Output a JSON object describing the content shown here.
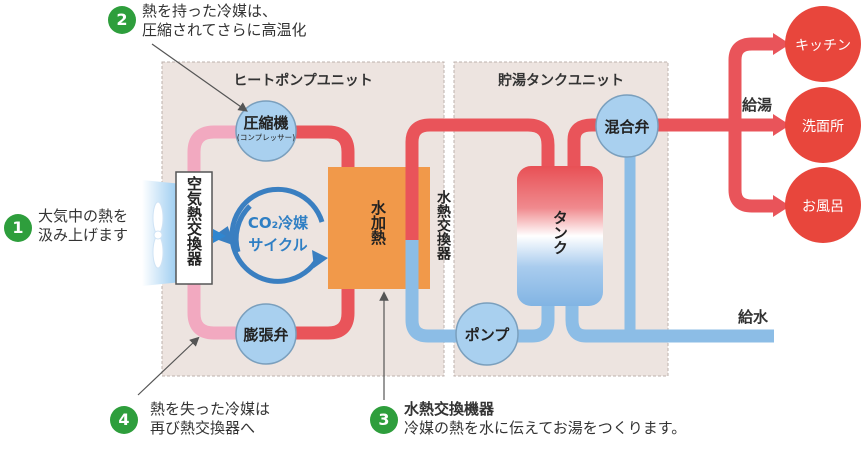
{
  "steps": [
    {
      "number": "1",
      "lines": [
        "大気中の熱を",
        "汲み上げます"
      ]
    },
    {
      "number": "2",
      "lines": [
        "熱を持った冷媒は、",
        "圧縮されてさらに高温化"
      ]
    },
    {
      "number": "3",
      "title": "水熱交換機器",
      "lines": [
        "冷媒の熱を水に伝えてお湯をつくります。"
      ]
    },
    {
      "number": "4",
      "lines": [
        "熱を失った冷媒は",
        "再び熱交換器へ"
      ]
    }
  ],
  "heat_pump_unit": {
    "title": "ヒートポンプユニット",
    "compressor": "圧縮機",
    "compressor_sub": "(コンプレッサー)",
    "expansion_valve": "膨張弁",
    "air_heat_exchanger": "空気熱交換器",
    "cycle_line1": "CO₂冷媒",
    "cycle_line2": "サイクル",
    "water_heating": "水加熱"
  },
  "tank_unit": {
    "title": "貯湯タンクユニット",
    "water_heat_exchanger": "水熱交換器",
    "tank": "タンク",
    "mixing_valve": "混合弁",
    "pump": "ポンプ"
  },
  "hot_water_supply": "給湯",
  "water_supply": "給水",
  "outlets": [
    "キッチン",
    "洗面所",
    "お風呂"
  ],
  "colors": {
    "hot": "#e9545a",
    "cold": "#8cbde6",
    "green": "#2e9e3c",
    "panel": "#ece3df",
    "orange": "#f1994a",
    "outlet": "#e8463c",
    "valve": "#a9d0ef"
  }
}
